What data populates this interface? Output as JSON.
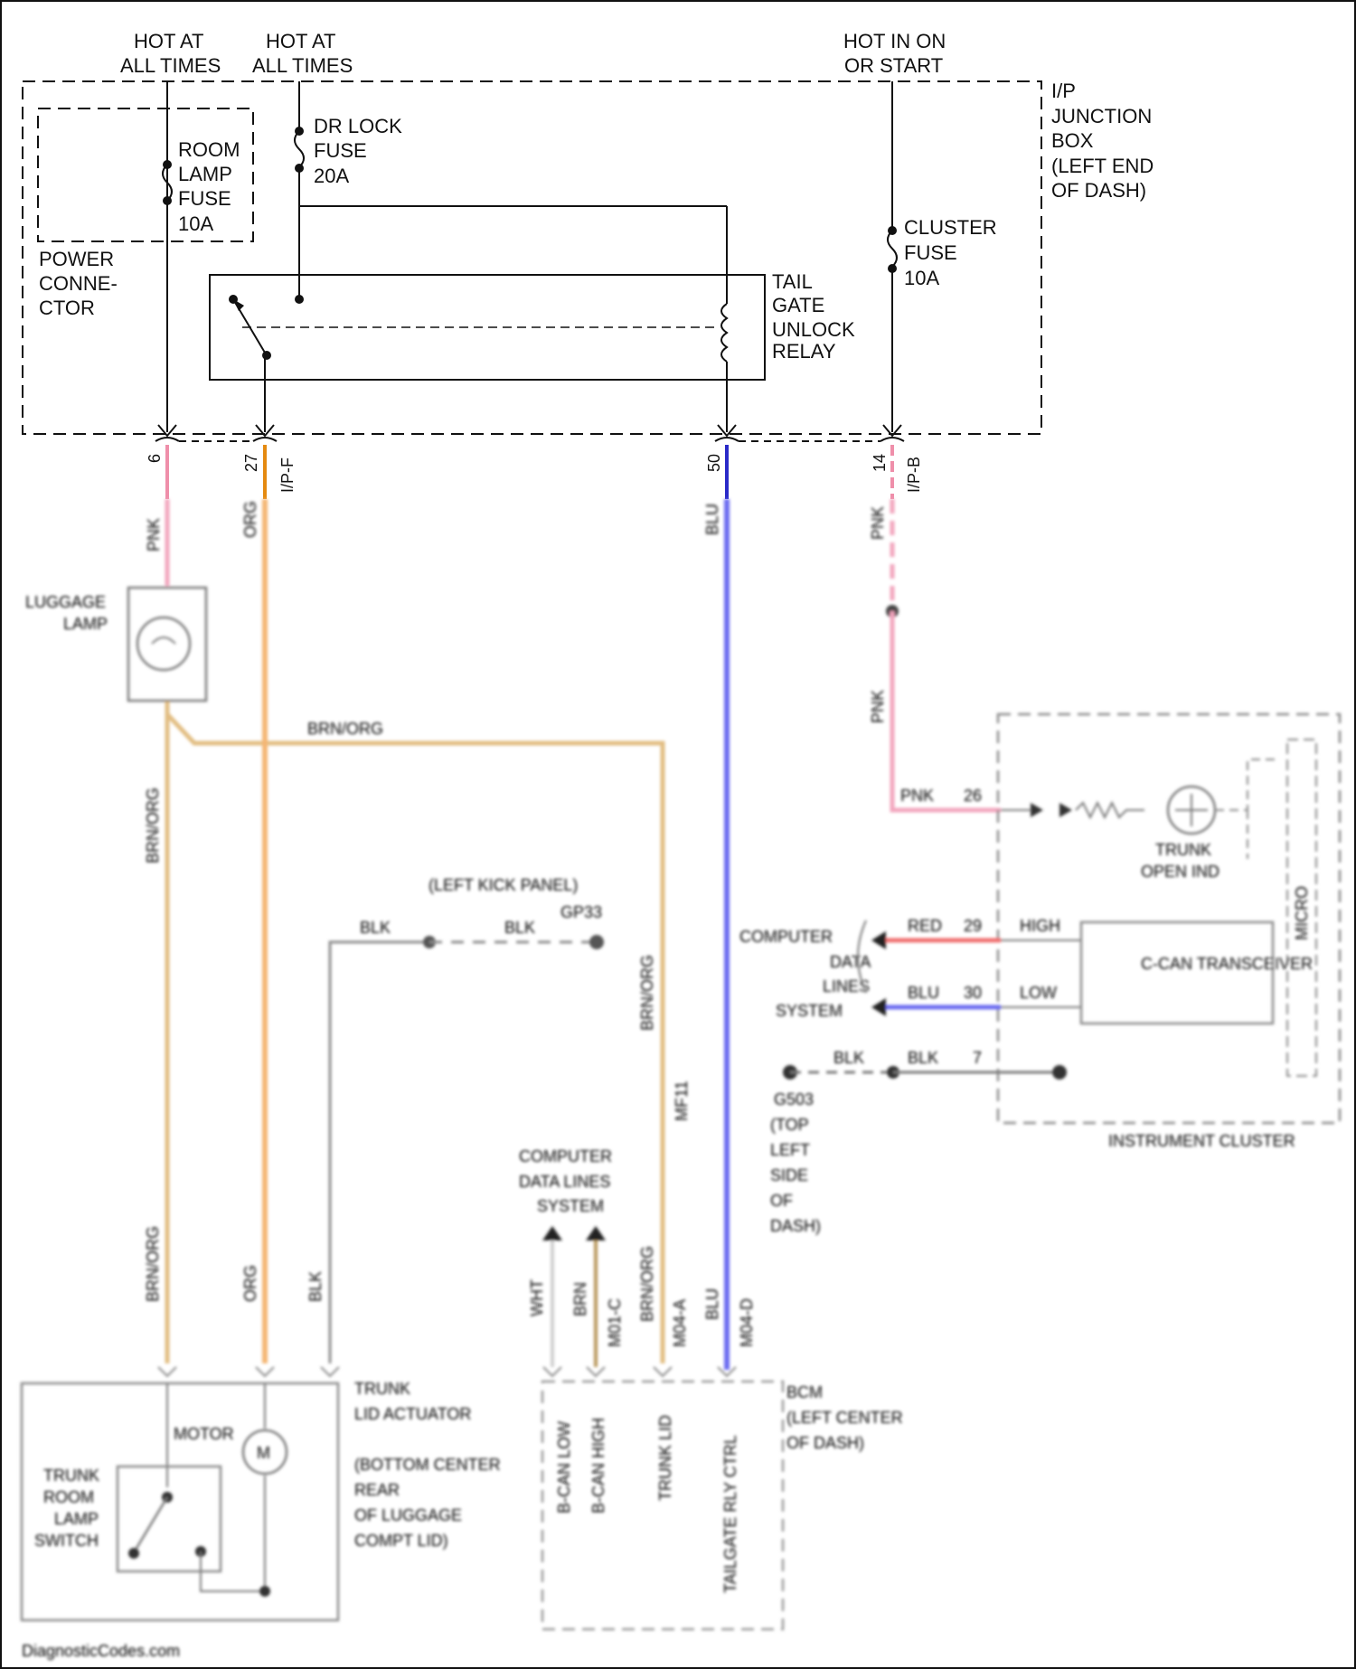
{
  "sources": {
    "hot1_l1": "HOT AT",
    "hot1_l2": "ALL TIMES",
    "hot2_l1": "HOT AT",
    "hot2_l2": "ALL TIMES",
    "hot3_l1": "HOT IN ON",
    "hot3_l2": "OR START"
  },
  "junction_box": {
    "l1": "I/P",
    "l2": "JUNCTION",
    "l3": "BOX",
    "l4": "(LEFT END",
    "l5": "OF DASH)"
  },
  "power_connector": {
    "l1": "POWER",
    "l2": "CONNE-",
    "l3": "CTOR"
  },
  "room_lamp_fuse": {
    "l1": "ROOM",
    "l2": "LAMP",
    "l3": "FUSE",
    "l4": "10A"
  },
  "dr_lock_fuse": {
    "l1": "DR LOCK",
    "l2": "FUSE",
    "l3": "20A"
  },
  "cluster_fuse": {
    "l1": "CLUSTER",
    "l2": "FUSE",
    "l3": "10A"
  },
  "relay": {
    "l1": "TAIL",
    "l2": "GATE",
    "l3": "UNLOCK",
    "l4": "RELAY"
  },
  "pins": {
    "p6": "6",
    "p27": "27",
    "p50": "50",
    "p14": "14",
    "conn_ipf": "I/P-F",
    "conn_ipb": "I/P-B"
  },
  "wires": {
    "pnk": "PNK",
    "org": "ORG",
    "blu": "BLU",
    "brn_org": "BRN/ORG",
    "blk": "BLK",
    "red": "RED",
    "wht": "WHT",
    "brn": "BRN"
  },
  "components": {
    "luggage_lamp_l1": "LUGGAGE",
    "luggage_lamp_l2": "LAMP",
    "left_kick_panel": "(LEFT KICK PANEL)",
    "ground_g": "GP33",
    "comp_data_bcm_l1": "COMPUTER",
    "comp_data_bcm_l2": "DATA LINES",
    "comp_data_bcm_l3": "SYSTEM",
    "comp_data_ic_l1": "COMPUTER",
    "comp_data_ic_l2": "DATA",
    "comp_data_ic_l3": "LINES",
    "comp_data_ic_l4": "SYSTEM",
    "trunk_open_ind_l1": "TRUNK",
    "trunk_open_ind_l2": "OPEN IND",
    "ccan": "C-CAN TRANSCEIVER",
    "high": "HIGH",
    "low": "LOW",
    "instrument_cluster": "INSTRUMENT CLUSTER",
    "g_l1": "G503",
    "g_l2": "(TOP",
    "g_l3": "LEFT",
    "g_l4": "SIDE",
    "g_l5": "OF",
    "g_l6": "DASH)",
    "trunk_actuator_l1": "TRUNK",
    "trunk_actuator_l2": "LID ACTUATOR",
    "trunk_actuator_l3": "(BOTTOM CENTER",
    "trunk_actuator_l4": "REAR",
    "trunk_actuator_l5": "OF LUGGAGE",
    "trunk_actuator_l6": "COMPT LID)",
    "motor": "MOTOR",
    "motor_m": "M",
    "switch_l1": "TRUNK",
    "switch_l2": "ROOM",
    "switch_l3": "LAMP",
    "switch_l4": "SWITCH",
    "bcm_l1": "BCM",
    "bcm_l2": "(LEFT CENTER",
    "bcm_l3": "OF DASH)",
    "bcan_low": "B-CAN LOW",
    "bcan_high": "B-CAN HIGH",
    "trunk_lid": "TRUNK LID",
    "tailgate_rly": "TAILGATE RLY CTRL",
    "mf11": "MF11",
    "pin_26": "26",
    "pin_29": "29",
    "pin_30": "30",
    "pin_7": "7",
    "pin_m01": "M01-C",
    "pin_m01b": "M04-A",
    "pin_m01c": "M04-D",
    "watermark": "DiagnosticCodes.com"
  }
}
